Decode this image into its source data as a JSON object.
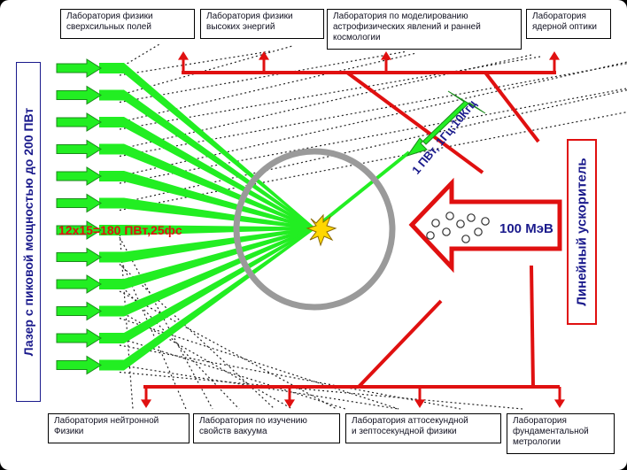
{
  "top_labs": [
    "Лаборатория физики\nсверхсильных полей",
    "Лаборатория физики\nвысоких энергий",
    "Лаборатория по моделированию\nастрофизических явлений и ранней\nкосмологии",
    "Лаборатория\nядерной оптики"
  ],
  "bottom_labs": [
    "Лаборатория нейтронной\nФизики",
    "Лаборатория по изучению\nсвойств вакуума",
    "Лаборатория аттосекундной\nи зептосекундной физики",
    "Лаборатория\nфундаментальной\nметрологии"
  ],
  "laser_label": "Лазер с пиковой мощностью до 200 ПВт",
  "power_label": "12х15=180 ПВт,25фс",
  "beam_label": "1 ПВт, 1Гц:10Кгц",
  "energy_label": "100 МэВ",
  "accelerator_label": "Линейный ускоритель",
  "colors": {
    "laser_green": "#22ee22",
    "accent_red": "#e01010",
    "text_blue": "#1a1a8c",
    "star_yellow": "#ffd700"
  }
}
